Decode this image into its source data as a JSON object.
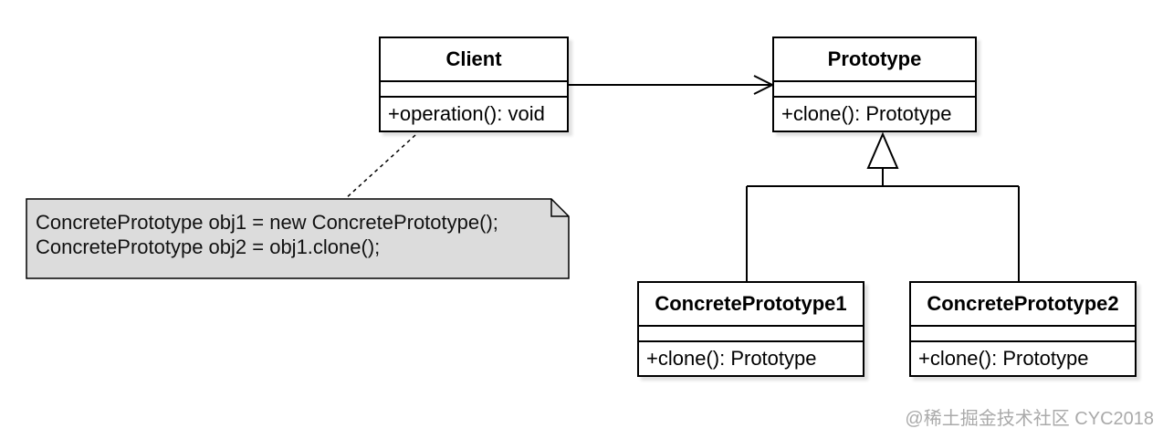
{
  "classes": [
    {
      "name": "Client",
      "operation": "+operation(): void"
    },
    {
      "name": "Prototype",
      "operation": "+clone(): Prototype"
    },
    {
      "name": "ConcretePrototype1",
      "operation": "+clone(): Prototype"
    },
    {
      "name": "ConcretePrototype2",
      "operation": "+clone(): Prototype"
    }
  ],
  "note": {
    "lines": [
      "ConcretePrototype obj1 = new ConcretePrototype();",
      "ConcretePrototype obj2 = obj1.clone();"
    ]
  },
  "watermark": "@稀土掘金技术社区 CYC2018",
  "colors": {
    "note_fill": "#dcdcdc",
    "line": "#000000"
  }
}
